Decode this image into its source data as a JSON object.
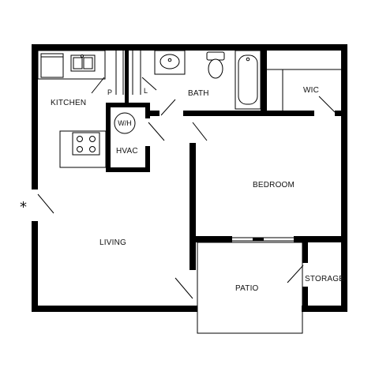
{
  "rooms": {
    "kitchen": "KITCHEN",
    "pantry": "P",
    "linen": "L",
    "bath": "BATH",
    "wic": "WIC",
    "water_heater": "W/H",
    "hvac": "HVAC",
    "bedroom": "BEDROOM",
    "living": "LIVING",
    "patio": "PATIO",
    "storage": "STORAGE"
  },
  "markers": {
    "entry": "*"
  }
}
